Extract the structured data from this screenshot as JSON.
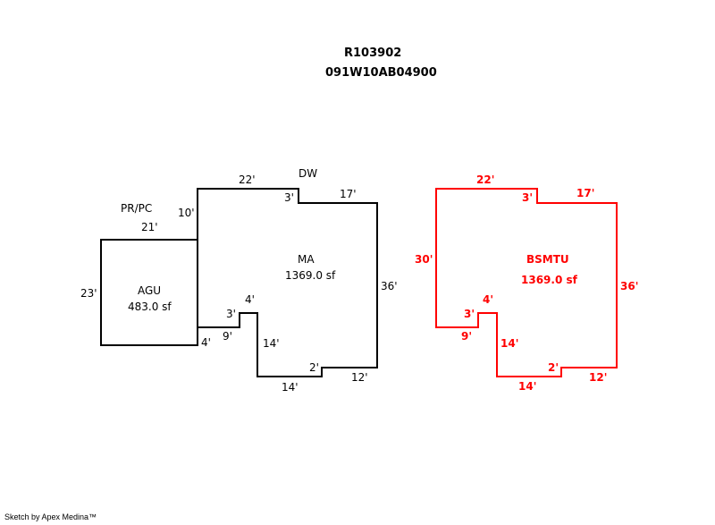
{
  "header": {
    "account_id": "R103902",
    "parcel_id": "091W10AB04900"
  },
  "colors": {
    "main_floor": "#000000",
    "basement": "#ff0000"
  },
  "areas": {
    "ma": {
      "code": "MA",
      "area": "1369.0 sf"
    },
    "agu": {
      "code": "AGU",
      "area": "483.0 sf"
    },
    "bsmtu": {
      "code": "BSMTU",
      "area": "1369.0 sf"
    }
  },
  "annotations": {
    "dw": "DW",
    "prpc": "PR/PC"
  },
  "main_dimensions": {
    "top_left": "22'",
    "top_step": "3'",
    "top_right": "17'",
    "right": "36'",
    "bottom_right": "12'",
    "bottom_step": "2'",
    "bottom": "14'",
    "notch_vertical": "14'",
    "notch_top": "4'",
    "notch_left": "3'",
    "lower_left": "9'",
    "left_upper": "10'",
    "left_lower": "4'",
    "agu_top": "21'",
    "agu_left": "23'"
  },
  "basement_dimensions": {
    "top_left": "22'",
    "top_step": "3'",
    "top_right": "17'",
    "right": "36'",
    "bottom_right": "12'",
    "bottom_step": "2'",
    "bottom": "14'",
    "notch_vertical": "14'",
    "notch_top": "4'",
    "notch_left": "3'",
    "lower_left": "9'",
    "left": "30'"
  },
  "footer": {
    "credit": "Sketch by Apex Medina™"
  }
}
